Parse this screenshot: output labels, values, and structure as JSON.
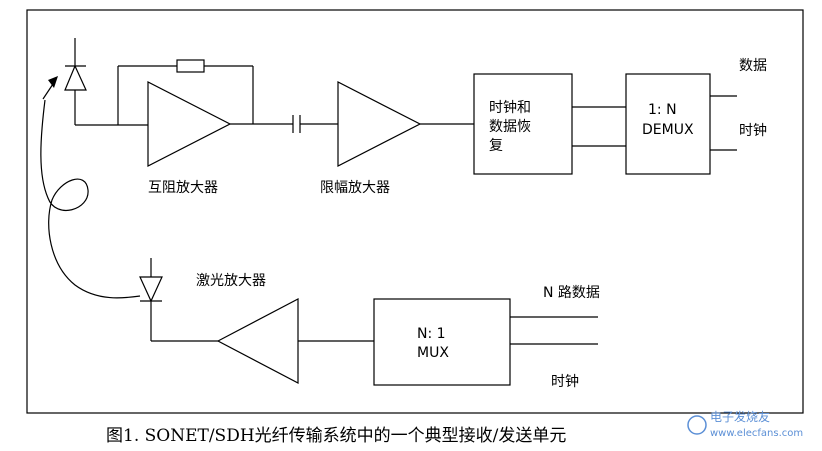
{
  "diagram": {
    "labels": {
      "tia": "互阻放大器",
      "limiter": "限幅放大器",
      "cdr_line1": "时钟和",
      "cdr_line2": "数据恢",
      "cdr_line3": "复",
      "demux_line1": "1: N",
      "demux_line2": "DEMUX",
      "out_data": "数据",
      "out_clock": "时钟",
      "laser_amp": "激光放大器",
      "mux_line1": "N: 1",
      "mux_line2": "MUX",
      "in_data": "N 路数据",
      "in_clock": "时钟"
    },
    "caption": "图1. SONET/SDH光纤传输系统中的一个典型接收/发送单元",
    "watermark": {
      "cn": "电子发烧友",
      "url": "www.elecfans.com"
    }
  },
  "colors": {
    "stroke": "#000000",
    "background": "#ffffff",
    "watermark": "#5b8fd6"
  }
}
